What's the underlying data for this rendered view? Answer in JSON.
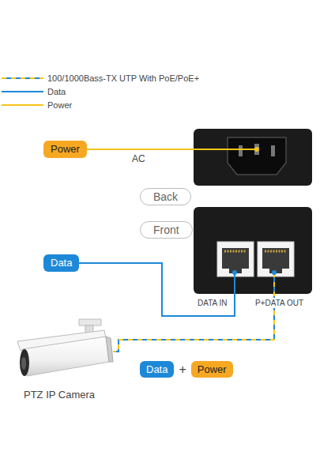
{
  "diagram": {
    "nodes": [
      {
        "text": [
          "Power"
        ]
      },
      {
        "text": [
          "Back"
        ]
      },
      {
        "text": [
          "Front"
        ]
      },
      {
        "text": [
          "Data"
        ]
      },
      {
        "text": [
          "Data"
        ]
      },
      {
        "text": [
          "Power"
        ]
      }
    ],
    "labels": [
      "AC",
      "DATA IN",
      "P+DATA OUT",
      "+",
      "PTZ IP Camera"
    ],
    "legend": [
      {
        "text": "100/1000Bass-TX UTP With PoE/PoE+"
      },
      {
        "text": "Data"
      },
      {
        "text": "Power"
      }
    ]
  }
}
